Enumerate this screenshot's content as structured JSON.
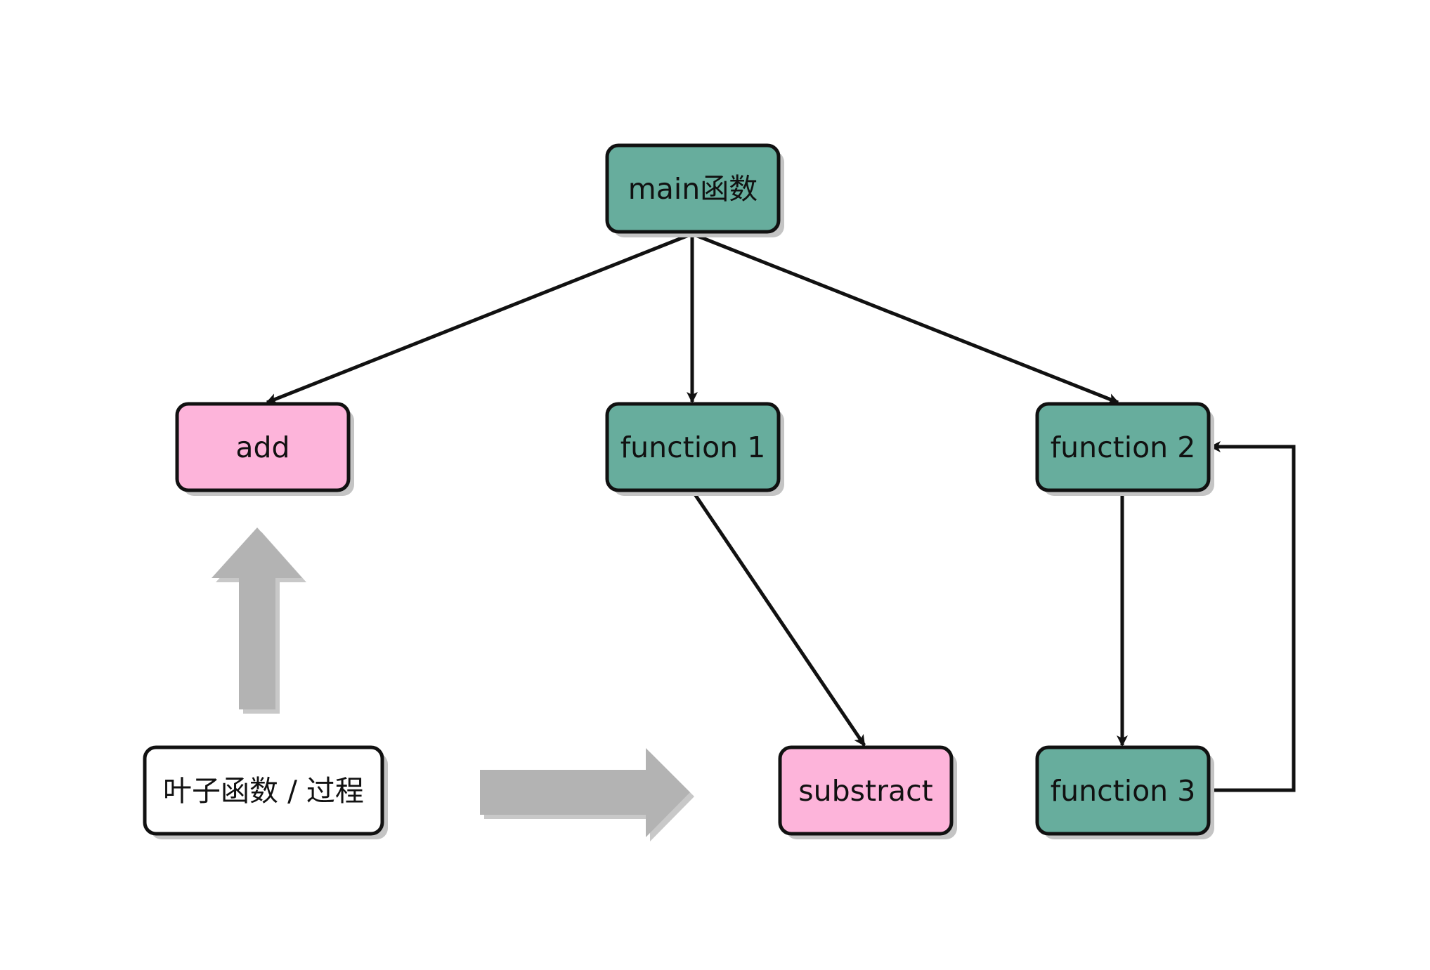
{
  "diagram": {
    "nodes": [
      {
        "id": "main",
        "label": "main函数",
        "kind": "internal"
      },
      {
        "id": "add",
        "label": "add",
        "kind": "leaf"
      },
      {
        "id": "function1",
        "label": "function 1",
        "kind": "internal"
      },
      {
        "id": "function2",
        "label": "function 2",
        "kind": "internal"
      },
      {
        "id": "substract",
        "label": "substract",
        "kind": "leaf"
      },
      {
        "id": "function3",
        "label": "function 3",
        "kind": "internal"
      }
    ],
    "edges": [
      {
        "from": "main",
        "to": "add"
      },
      {
        "from": "main",
        "to": "function1"
      },
      {
        "from": "main",
        "to": "function2"
      },
      {
        "from": "function1",
        "to": "substract"
      },
      {
        "from": "function2",
        "to": "function3"
      },
      {
        "from": "function3",
        "to": "function2"
      }
    ],
    "legend": {
      "label": "叶子函数 / 过程"
    }
  },
  "colors": {
    "internal_node": "#67AD9D",
    "leaf_node": "#FDB4DA",
    "legend_box": "#FFFFFF",
    "stroke": "#111111",
    "shadow": "#C4C4C4",
    "indicator_arrow": "#B3B3B3"
  }
}
